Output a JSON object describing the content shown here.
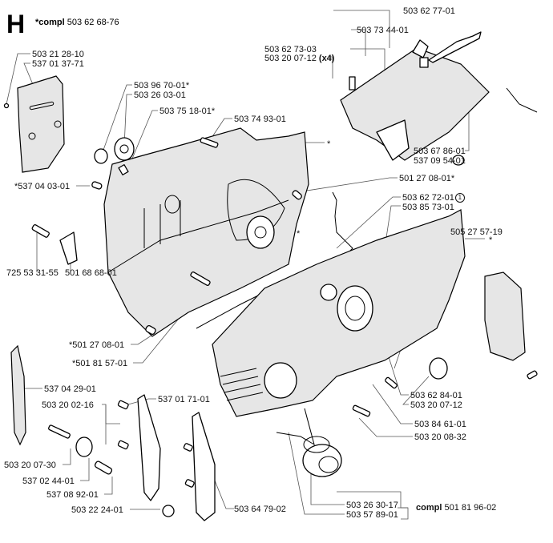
{
  "diagram": {
    "section_letter": "H",
    "assembly": {
      "prefix": "*compl",
      "number": "503 62 68-76"
    },
    "labels": [
      {
        "id": "p1",
        "text": "503 21 28-10"
      },
      {
        "id": "p2",
        "text": "537 01 37-71"
      },
      {
        "id": "p3",
        "text": "503 96 70-01*"
      },
      {
        "id": "p4",
        "text": "503 26 03-01"
      },
      {
        "id": "p5",
        "text": "503 75 18-01*"
      },
      {
        "id": "p6",
        "text": "503 74 93-01"
      },
      {
        "id": "p7",
        "text": "*537 04 03-01"
      },
      {
        "id": "p8",
        "text": "501 27 08-01*"
      },
      {
        "id": "p9",
        "text": "503 62 72-01",
        "note": "1"
      },
      {
        "id": "p10",
        "text": "503 85 73-01"
      },
      {
        "id": "p11",
        "text": "725 53 31-55"
      },
      {
        "id": "p12",
        "text": "501 68 68-01"
      },
      {
        "id": "p13",
        "text": "505 27 57-19"
      },
      {
        "id": "p14",
        "text": "*501 27 08-01"
      },
      {
        "id": "p15",
        "text": "*501 81 57-01"
      },
      {
        "id": "p16",
        "text": "537 04 29-01"
      },
      {
        "id": "p17",
        "text": "537 01 71-01"
      },
      {
        "id": "p18",
        "text": "503 20 02-16"
      },
      {
        "id": "p19",
        "text": "503 62 84-01"
      },
      {
        "id": "p20",
        "text": "503 20 07-12"
      },
      {
        "id": "p21",
        "text": "503 84 61-01"
      },
      {
        "id": "p22",
        "text": "503 20 08-32"
      },
      {
        "id": "p23",
        "text": "503 20 07-30"
      },
      {
        "id": "p24",
        "text": "537 02 44-01"
      },
      {
        "id": "p25",
        "text": "537 08 92-01"
      },
      {
        "id": "p26",
        "text": "503 22 24-01"
      },
      {
        "id": "p27",
        "text": "503 64 79-02"
      },
      {
        "id": "p28",
        "text": "503 26 30-17"
      },
      {
        "id": "p29",
        "text": "503 57 89-01"
      },
      {
        "id": "p30",
        "text": "503 62 77-01"
      },
      {
        "id": "p31",
        "text": "503 73 44-01"
      },
      {
        "id": "p32",
        "text": "503 62 73-03"
      },
      {
        "id": "p33",
        "text": "503 20 07-12",
        "qty": "(x4)"
      },
      {
        "id": "p34",
        "text": "503 67 86-01"
      },
      {
        "id": "p35",
        "text": "537 09 54-01"
      }
    ],
    "sub_assembly": {
      "prefix": "compl",
      "number": "501 81 96-02"
    },
    "asterisk_marker": "*"
  }
}
